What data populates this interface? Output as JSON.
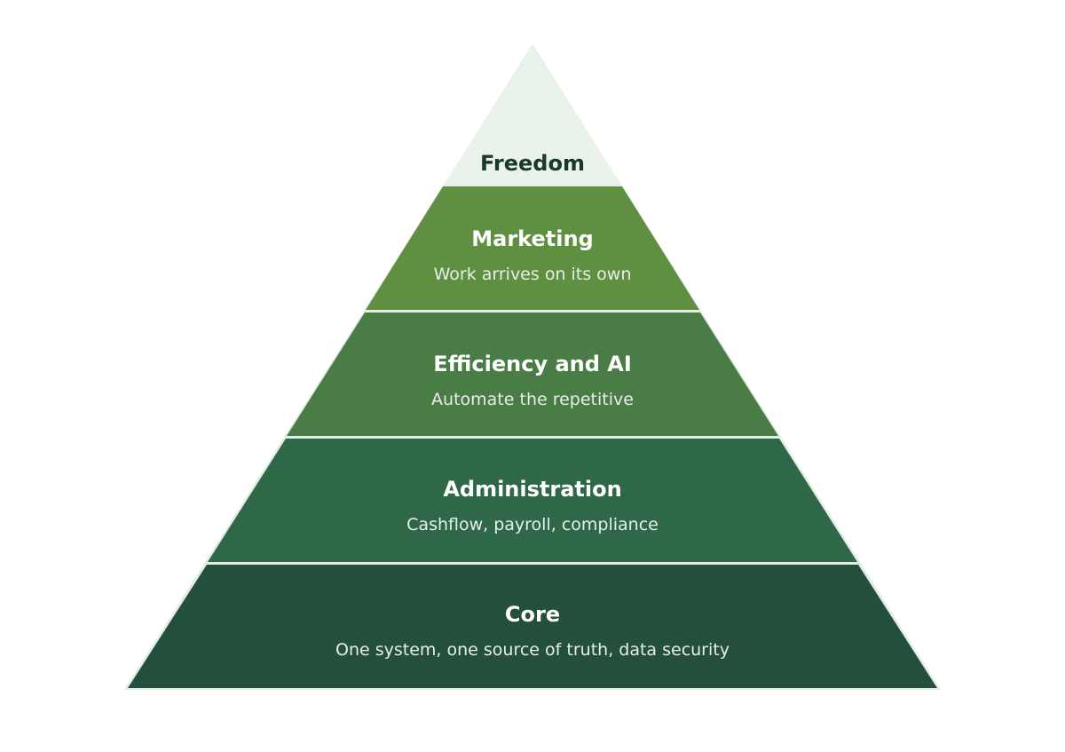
{
  "colors": {
    "background": "#ffffff",
    "separator": "#ffffff",
    "outline": "#e4ece6",
    "title_dark": "#173a2a",
    "title_light": "#ffffff",
    "sub_light": "#e6efe8"
  },
  "levels": [
    {
      "title": "Freedom",
      "subtitle": "",
      "color": "#eaf3ea"
    },
    {
      "title": "Marketing",
      "subtitle": "Work arrives on its own",
      "color": "#5f8f40"
    },
    {
      "title": "Efficiency and AI",
      "subtitle": "Automate the repetitive",
      "color": "#4a7d46"
    },
    {
      "title": "Administration",
      "subtitle": "Cashflow, payroll, compliance",
      "color": "#2f6849"
    },
    {
      "title": "Core",
      "subtitle": "One system, one source of truth, data security",
      "color": "#234f3c"
    }
  ]
}
